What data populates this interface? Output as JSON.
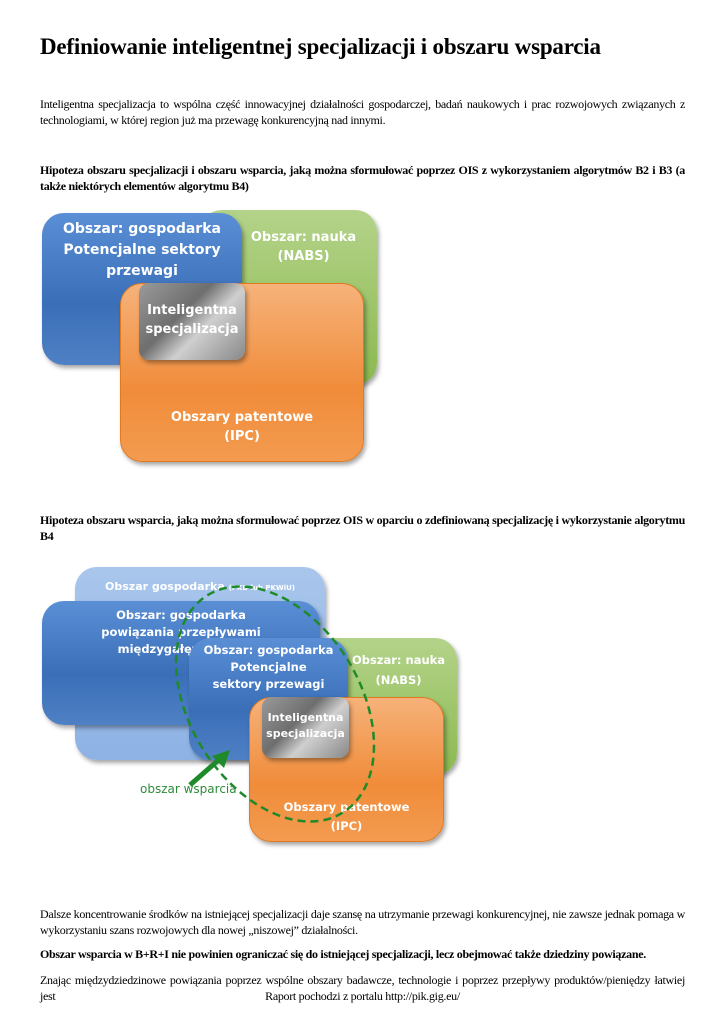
{
  "title": "Definiowanie inteligentnej specjalizacji i obszaru wsparcia",
  "intro": "Inteligentna specjalizacja to wspólna część innowacyjnej działalności gospodarczej, badań naukowych i prac rozwojowych związanych z technologiami, w której region już ma przewagę konkurencyjną nad innymi.",
  "hypothesis1": "Hipoteza obszaru specjalizacji i obszaru wsparcia, jaką można sformułować poprzez OIS z wykorzystaniem algorytmów B2 i B3 (a także niektórych elementów algorytmu B4)",
  "diagram1": {
    "economy": "Obszar: gospodarka",
    "economy_sub": "Potencjalne sektory przewagi",
    "science": "Obszar: nauka",
    "science_sub": "(NABS)",
    "smart": "Inteligentna specjalizacja",
    "patents": "Obszary patentowe",
    "patents_sub": "(IPC)"
  },
  "hypothesis2": "Hipoteza obszaru wsparcia, jaką można sformułować poprzez OIS w oparciu o zdefiniowaną specjalizację i wykorzystanie algorytmu B4",
  "diagram2": {
    "economy_outer": "Obszar gospodarka",
    "economy_outer_note": "(PKD lub PKWiU)",
    "economy_links": "Obszar: gospodarka",
    "economy_links_sub": "powiązania przepływami międzygałęziowymi",
    "economy": "Obszar: gospodarka",
    "economy_sub": "Potencjalne sektory przewagi",
    "science": "Obszar: nauka",
    "science_sub": "(NABS)",
    "smart": "Inteligentna specjalizacja",
    "patents": "Obszary patentowe",
    "patents_sub": "(IPC)",
    "support": "obszar wsparcia"
  },
  "para1": "Dalsze koncentrowanie środków na istniejącej specjalizacji daje szansę na utrzymanie przewagi konkurencyjnej, nie zawsze jednak pomaga w wykorzystaniu szans rozwojowych dla nowej „niszowej” działalności.",
  "para2": "Obszar wsparcia w B+R+I nie powinien ograniczać się do istniejącej specjalizacji, lecz obejmować także dziedziny powiązane.",
  "para3": "Znając międzydziedzinowe powiązania poprzez wspólne obszary badawcze, technologie i poprzez przepływy produktów/pieniędzy łatwiej jest",
  "footer": "Raport pochodzi z portalu http://pik.gig.eu/"
}
